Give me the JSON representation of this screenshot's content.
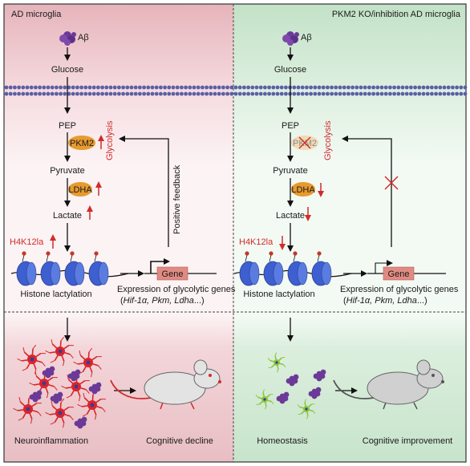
{
  "colors": {
    "left_top": "#e7b9bf",
    "left_mid": "#fbeff1",
    "right_top": "#c6e3c9",
    "right_mid": "#f1f9f2",
    "red_accent": "#d12b2b",
    "enzyme": "#e79a2e",
    "nucleosome": "#3d5fd0",
    "gene_box": "#e08b82",
    "membrane": "#5b5fa6",
    "microglia_red": "#d9252a",
    "microglia_green": "#8cc63e",
    "abeta": "#6b3a97",
    "mouse": "#d9d9d9"
  },
  "left": {
    "title": "AD microglia",
    "abeta": "Aβ",
    "glucose": "Glucose",
    "pep": "PEP",
    "pkm2": "PKM2",
    "glycolysis": "Glycolysis",
    "pyruvate": "Pyruvate",
    "ldha": "LDHA",
    "lactate": "Lactate",
    "h4k12la": "H4K12la",
    "feedback": "Positive feedback",
    "gene": "Gene",
    "histone": "Histone lactylation",
    "expr_line1": "Expression of glycolytic genes",
    "expr_line2_open": "(",
    "expr_line2_genes": "Hif-1α, Pkm, Ldha",
    "expr_line2_close": "...)",
    "outcome1": "Neuroinflammation",
    "outcome2": "Cognitive decline"
  },
  "right": {
    "title": "PKM2 KO/inhibition AD microglia",
    "abeta": "Aβ",
    "glucose": "Glucose",
    "pep": "PEP",
    "pkm2": "PKM2",
    "glycolysis": "Glycolysis",
    "pyruvate": "Pyruvate",
    "ldha": "LDHA",
    "lactate": "Lactate",
    "h4k12la": "H4K12la",
    "gene": "Gene",
    "histone": "Histone lactylation",
    "expr_line1": "Expression of glycolytic genes",
    "expr_line2_open": "(",
    "expr_line2_genes": "Hif-1α, Pkm, Ldha",
    "expr_line2_close": "...)",
    "outcome1": "Homeostasis",
    "outcome2": "Cognitive improvement"
  }
}
